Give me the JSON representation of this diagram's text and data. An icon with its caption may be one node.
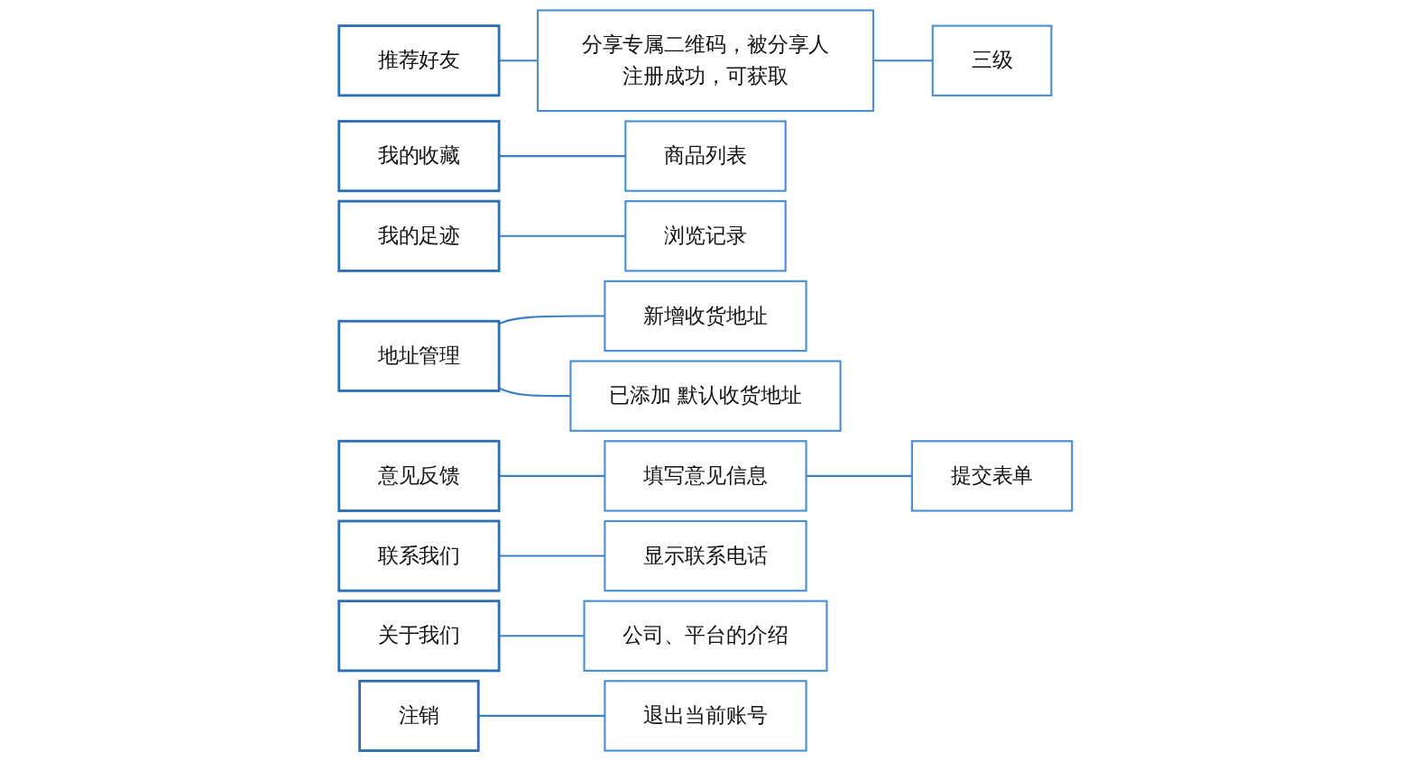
{
  "diagram": {
    "nodes": [
      {
        "text": [
          "推荐好友"
        ]
      },
      {
        "text": [
          "分享专属二维码，被分享人注册成功，可获取"
        ]
      },
      {
        "text": [
          "三级"
        ]
      },
      {
        "text": [
          "我的收藏"
        ]
      },
      {
        "text": [
          "商品列表"
        ]
      },
      {
        "text": [
          "我的足迹"
        ]
      },
      {
        "text": [
          "浏览记录"
        ]
      },
      {
        "text": [
          "地址管理"
        ]
      },
      {
        "text": [
          "新增收货地址"
        ]
      },
      {
        "text": [
          "已添加 默认收货地址"
        ]
      },
      {
        "text": [
          "意见反馈"
        ]
      },
      {
        "text": [
          "填写意见信息"
        ]
      },
      {
        "text": [
          "提交表单"
        ]
      },
      {
        "text": [
          "联系我们"
        ]
      },
      {
        "text": [
          "显示联系电话"
        ]
      },
      {
        "text": [
          "关于我们"
        ]
      },
      {
        "text": [
          "公司、平台的介绍"
        ]
      },
      {
        "text": [
          "注销"
        ]
      },
      {
        "text": [
          "退出当前账号"
        ]
      }
    ],
    "edges": [
      {
        "from": 0,
        "to": 1,
        "arrow": "none"
      },
      {
        "from": 1,
        "to": 2,
        "arrow": "none"
      },
      {
        "from": 3,
        "to": 4,
        "arrow": "none"
      },
      {
        "from": 5,
        "to": 6,
        "arrow": "none"
      },
      {
        "from": 7,
        "to": 8,
        "arrow": "none"
      },
      {
        "from": 7,
        "to": 9,
        "arrow": "none"
      },
      {
        "from": 10,
        "to": 11,
        "arrow": "none"
      },
      {
        "from": 11,
        "to": 12,
        "arrow": "none"
      },
      {
        "from": 13,
        "to": 14,
        "arrow": "none"
      },
      {
        "from": 15,
        "to": 16,
        "arrow": "none"
      },
      {
        "from": 17,
        "to": 18,
        "arrow": "none"
      }
    ]
  }
}
